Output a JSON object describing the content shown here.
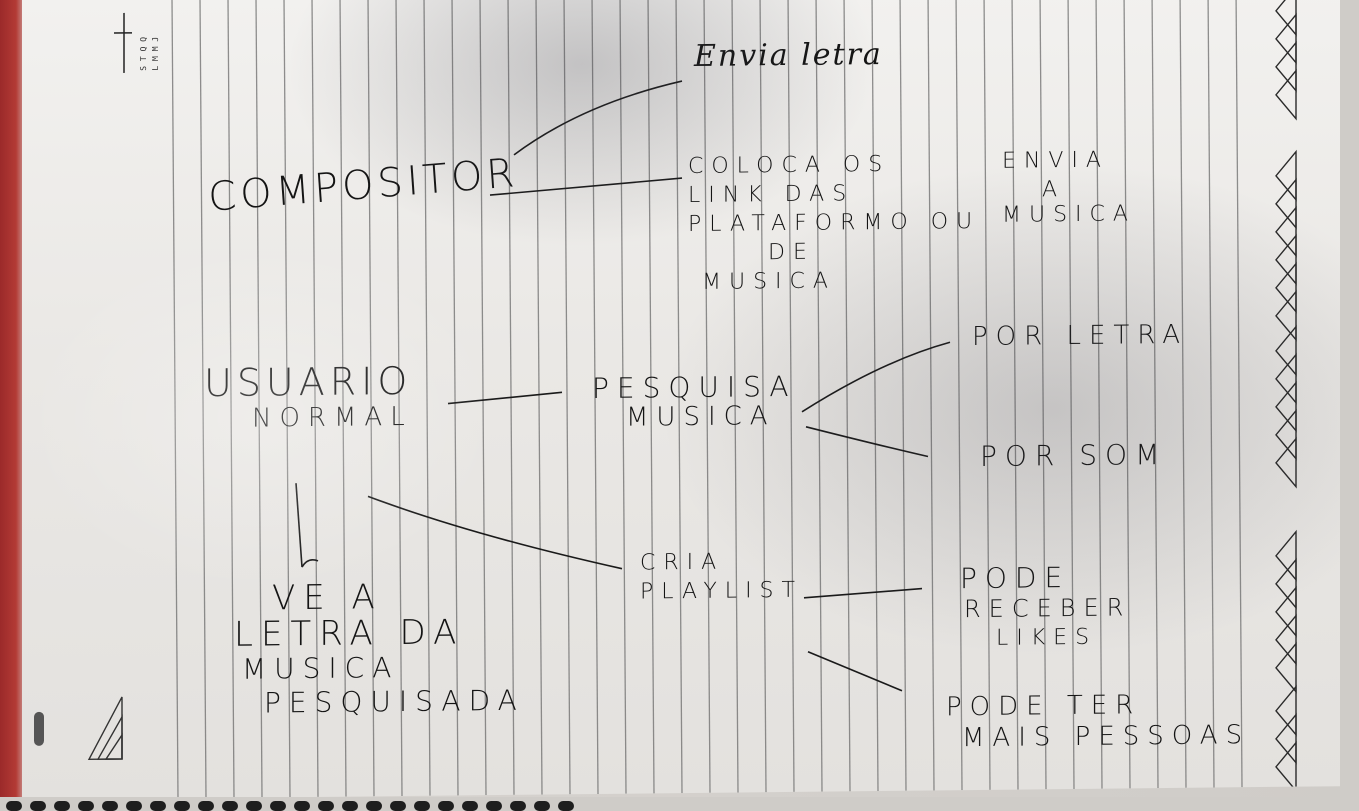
{
  "notes": {
    "compositor": "COMPOSITOR",
    "envia_letra": "Envia letra",
    "coloca_links": [
      "COLOCA OS",
      "LINK DAS",
      "PLATAFORMO OU",
      "DE",
      "MUSICA"
    ],
    "envia_musica": [
      "ENVIA",
      "A",
      "MUSICA"
    ],
    "usuario_normal": [
      "USUARIO",
      "NORMAL"
    ],
    "pesquisa_musica": [
      "PESQUISA",
      "MUSICA"
    ],
    "por_letra": "POR LETRA",
    "por_som": "POR SOM",
    "ve_a_letra": [
      "VE A",
      "LETRA DA",
      "MUSICA",
      "PESQUISADA"
    ],
    "cria_playlist": [
      "CRIA",
      "PLAYLIST"
    ],
    "pode_receber_likes": [
      "PODE",
      "RECEBER",
      "LIKES"
    ],
    "pode_ter_mais_pessoas": [
      "PODE TER",
      "MAIS PESSOAS"
    ]
  },
  "colors": {
    "ink": "#141414",
    "paper": "#eceae7",
    "rule_line": "#6c6c6c",
    "cover_red": "#b33a35"
  }
}
